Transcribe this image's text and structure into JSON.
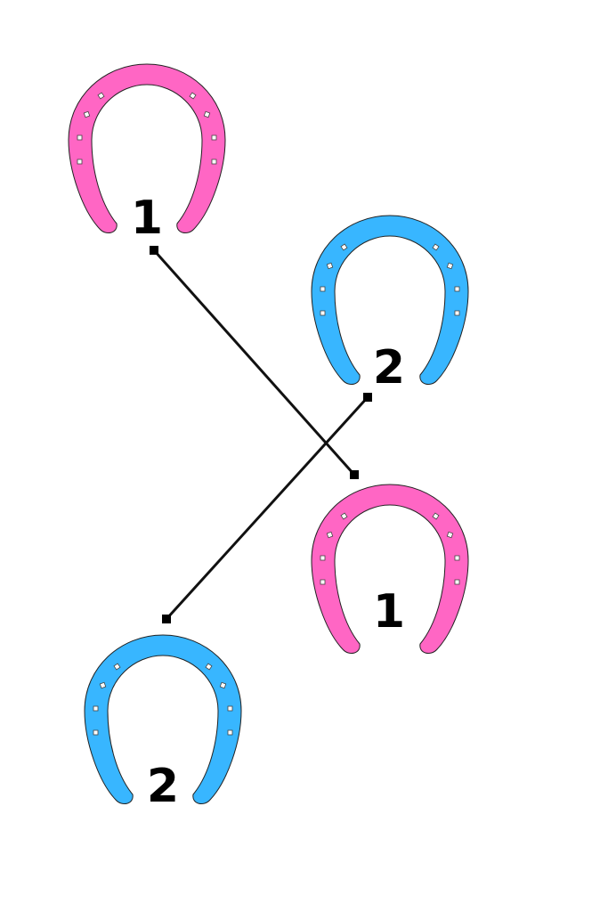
{
  "colors": {
    "pink": "#ff66c4",
    "blue": "#38b6ff",
    "line": "#111111"
  },
  "horseshoes": [
    {
      "id": "pink-top",
      "color": "pink",
      "label": "1"
    },
    {
      "id": "blue-upper",
      "color": "blue",
      "label": "2"
    },
    {
      "id": "pink-lower",
      "color": "pink",
      "label": "1"
    },
    {
      "id": "blue-bottom",
      "color": "blue",
      "label": "2"
    }
  ],
  "connections": [
    {
      "from": "pink-top",
      "to": "pink-lower",
      "match": "1"
    },
    {
      "from": "blue-upper",
      "to": "blue-bottom",
      "match": "2"
    }
  ]
}
